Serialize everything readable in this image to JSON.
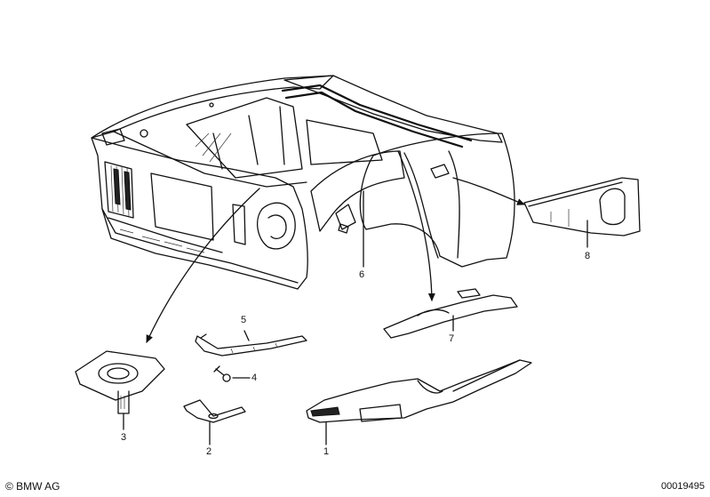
{
  "callouts": {
    "c1": "1",
    "c2": "2",
    "c3": "3",
    "c4": "4",
    "c5": "5",
    "c6": "6",
    "c7": "7",
    "c8": "8"
  },
  "footer": {
    "copyright": "© BMW AG",
    "diagram_number": "00019495"
  }
}
